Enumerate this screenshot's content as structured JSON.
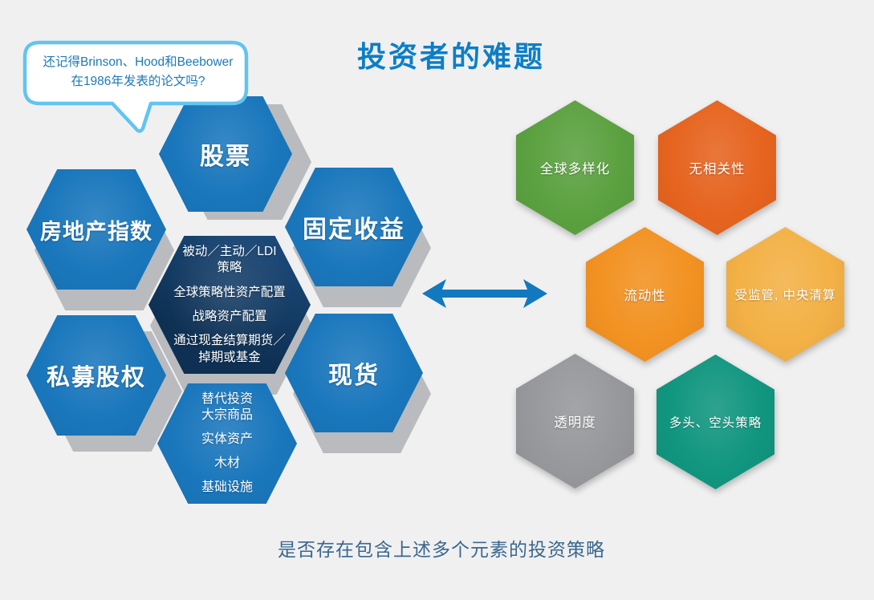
{
  "title": "投资者的难题",
  "speech_bubble": {
    "line1": "还记得Brinson、Hood和Beebower",
    "line2": "在1986年发表的论文吗?"
  },
  "left_cluster": {
    "hexagons": [
      {
        "id": "stocks",
        "label": "股票"
      },
      {
        "id": "fixed-income",
        "label": "固定收益"
      },
      {
        "id": "real-estate-index",
        "label": "房地产指数"
      },
      {
        "id": "private-equity",
        "label": "私募股权"
      },
      {
        "id": "spot",
        "label": "现货"
      }
    ],
    "center_hexagon": {
      "paragraphs": [
        "被动／主动／LDI\n策略",
        "全球策略性资产配置",
        "战略资产配置",
        "通过现金结算期货／\n掉期或基金"
      ]
    },
    "alternatives_hexagon": {
      "paragraphs": [
        "替代投资\n大宗商品",
        "实体资产",
        "木材",
        "基础设施"
      ]
    }
  },
  "right_cluster": {
    "hexagons": [
      {
        "id": "global-diversification",
        "label": "全球多样化",
        "color": "#5ba140"
      },
      {
        "id": "no-correlation",
        "label": "无相关性",
        "color": "#e6641f"
      },
      {
        "id": "liquidity",
        "label": "流动性",
        "color": "#f29222"
      },
      {
        "id": "regulated-cleared",
        "label": "受监管, 中央清算",
        "color": "#f3b146"
      },
      {
        "id": "transparency",
        "label": "透明度",
        "color": "#96989b"
      },
      {
        "id": "long-short-strategies",
        "label": "多头、空头策略",
        "color": "#11967f"
      }
    ]
  },
  "caption": "是否存在包含上述多个元素的投资策略",
  "icons": {
    "double_arrow": "double-headed-arrow"
  },
  "colors": {
    "background": "#f0f0f1",
    "title_blue": "#0d7ec6",
    "hex_blue": "#1a77bc",
    "hex_navy_light": "#1d4d7e",
    "hex_navy_dark": "#0e3154",
    "shadow_gray": "#b9bbbe",
    "bubble_border": "#62c4ef",
    "bubble_text": "#1c7ab8",
    "caption_color": "#3a678d",
    "arrow_blue": "#1279bf"
  }
}
